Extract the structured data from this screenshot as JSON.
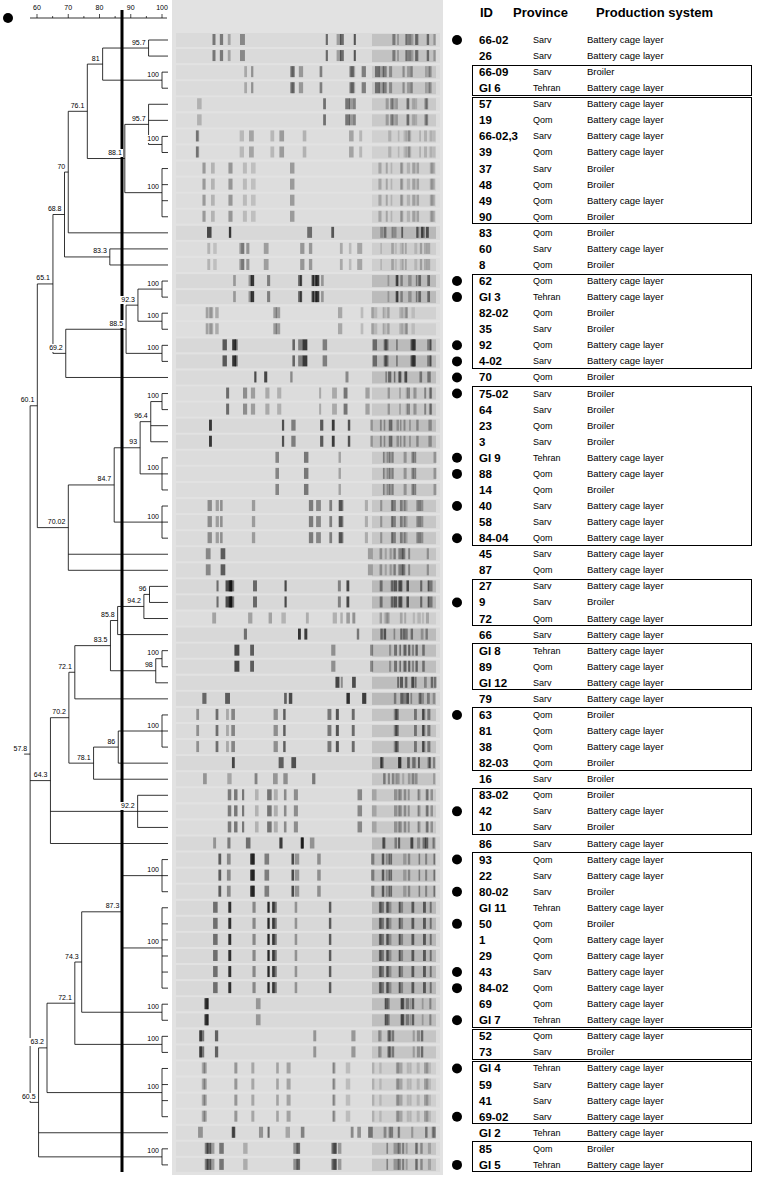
{
  "diagram": {
    "nodes": [
      {
        "text": [
          "66-09",
          "Sarv",
          "Broiler",
          "GI 6",
          "Tehran",
          "Battery cage layer"
        ]
      },
      {
        "text": [
          "57",
          "Sarv",
          "Battery cage layer",
          "19",
          "Qom",
          "Battery cage layer",
          "66-02,3",
          "Sarv",
          "Battery cage layer",
          "39",
          "Qom",
          "Battery cage layer",
          "37",
          "Sarv",
          "Broiler",
          "48",
          "Qom",
          "Broiler",
          "49",
          "Qom",
          "Battery cage layer",
          "90",
          "Qom",
          "Broiler"
        ]
      },
      {
        "text": [
          "62",
          "Qom",
          "Battery cage layer",
          "GI 3",
          "Tehran",
          "Battery cage layer",
          "82-02",
          "Qom",
          "Broiler",
          "35",
          "Sarv",
          "Broiler",
          "92",
          "Qom",
          "Battery cage layer",
          "4-02",
          "Sarv",
          "Battery cage layer"
        ]
      },
      {
        "text": [
          "75-02",
          "Sarv",
          "Broiler",
          "64",
          "Sarv",
          "Broiler",
          "23",
          "Qom",
          "Broiler",
          "3",
          "Sarv",
          "Broiler",
          "GI 9",
          "Tehran",
          "Battery cage layer",
          "88",
          "Qom",
          "Battery cage layer",
          "14",
          "Qom",
          "Broiler",
          "40",
          "Sarv",
          "Battery cage layer",
          "58",
          "Sarv",
          "Battery cage layer",
          "84-04",
          "Qom",
          "Battery cage layer"
        ]
      },
      {
        "text": [
          "27",
          "Sarv",
          "Battery cage layer",
          "9",
          "Sarv",
          "Broiler",
          "72",
          "Qom",
          "Battery cage layer"
        ]
      },
      {
        "text": [
          "GI 8",
          "Tehran",
          "Battery cage layer",
          "89",
          "Qom",
          "Battery cage layer",
          "GI 12",
          "Sarv",
          "Battery cage layer"
        ]
      },
      {
        "text": [
          "63",
          "Qom",
          "Broiler",
          "81",
          "Qom",
          "Battery cage layer",
          "38",
          "Qom",
          "Battery cage layer",
          "82-03",
          "Qom",
          "Broiler"
        ]
      },
      {
        "text": [
          "83-02",
          "Qom",
          "Broiler",
          "42",
          "Sarv",
          "Battery cage layer",
          "10",
          "Sarv",
          "Broiler"
        ]
      },
      {
        "text": [
          "93",
          "Qom",
          "Battery cage layer",
          "22",
          "Sarv",
          "Battery cage layer",
          "80-02",
          "Sarv",
          "Broiler",
          "GI 11",
          "Tehran",
          "Battery cage layer",
          "50",
          "Qom",
          "Broiler",
          "1",
          "Qom",
          "Battery cage layer",
          "29",
          "Qom",
          "Battery cage layer",
          "43",
          "Sarv",
          "Battery cage layer",
          "84-02",
          "Qom",
          "Battery cage layer",
          "69",
          "Qom",
          "Battery cage layer",
          "GI 7",
          "Tehran",
          "Battery cage layer"
        ]
      },
      {
        "text": [
          "52",
          "Qom",
          "Battery cage layer",
          "73",
          "Sarv",
          "Broiler"
        ]
      },
      {
        "text": [
          "GI 4",
          "Tehran",
          "Battery cage layer",
          "59",
          "Sarv",
          "Battery cage layer",
          "41",
          "Sarv",
          "Battery cage layer",
          "69-02",
          "Sarv",
          "Battery cage layer"
        ]
      },
      {
        "text": [
          "85",
          "Qom",
          "Broiler",
          "GI 5",
          "Tehran",
          "Battery cage layer"
        ]
      }
    ],
    "labels": [
      "ID",
      "Province",
      "Production system",
      "60",
      "70",
      "80",
      "90",
      "100",
      "95.7",
      "100",
      "81",
      "100",
      "95.7",
      "100",
      "88.1",
      "76.1",
      "70",
      "83.3",
      "68.8",
      "100",
      "100",
      "92.3",
      "100",
      "88.5",
      "69.2",
      "65.1",
      "100",
      "96.4",
      "100",
      "93",
      "100",
      "84.7",
      "70.02",
      "60.1",
      "96",
      "94.2",
      "85.8",
      "100",
      "98",
      "83.5",
      "72.1",
      "100",
      "86",
      "78.1",
      "70.2",
      "92.2",
      "64.3",
      "100",
      "100",
      "87.3",
      "100",
      "74.3",
      "100",
      "72.1",
      "100",
      "63.2",
      "100",
      "60.5",
      "57.8",
      "66-02",
      "Sarv",
      "Battery cage layer",
      "26",
      "Sarv",
      "Battery cage layer",
      "83",
      "Qom",
      "Broiler",
      "60",
      "Sarv",
      "Battery cage layer",
      "8",
      "Qom",
      "Broiler",
      "70",
      "Qom",
      "Broiler",
      "45",
      "Sarv",
      "Battery cage layer",
      "87",
      "Qom",
      "Battery cage layer",
      "66",
      "Sarv",
      "Battery cage layer",
      "79",
      "Sarv",
      "Battery cage layer",
      "16",
      "Sarv",
      "Broiler",
      "86",
      "Sarv",
      "Battery cage layer",
      "GI 2",
      "Tehran",
      "Battery cage layer"
    ]
  }
}
